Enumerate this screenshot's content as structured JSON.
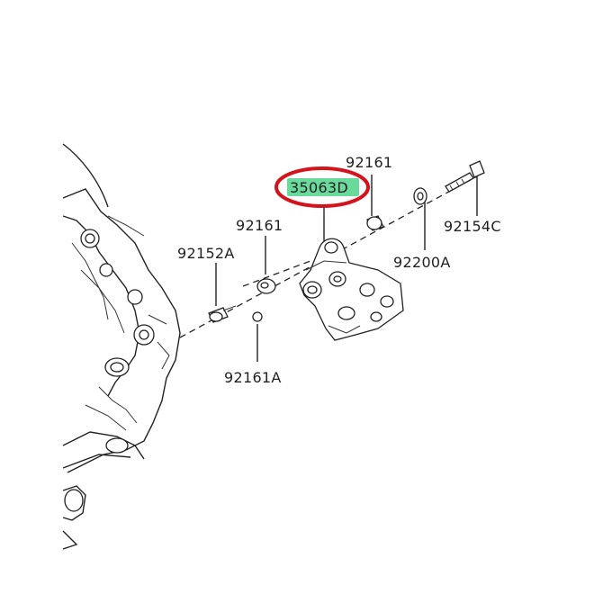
{
  "labels": {
    "highlighted": "35063D",
    "collar_top": "92161",
    "collar_mid": "92161",
    "bolt_left": "92152A",
    "bolt_right": "92154C",
    "washer": "92200A",
    "collar_small": "92161A"
  },
  "colors": {
    "highlight_fill": "#4fd48a",
    "highlight_ring": "#d4141c",
    "ink": "#222222"
  }
}
